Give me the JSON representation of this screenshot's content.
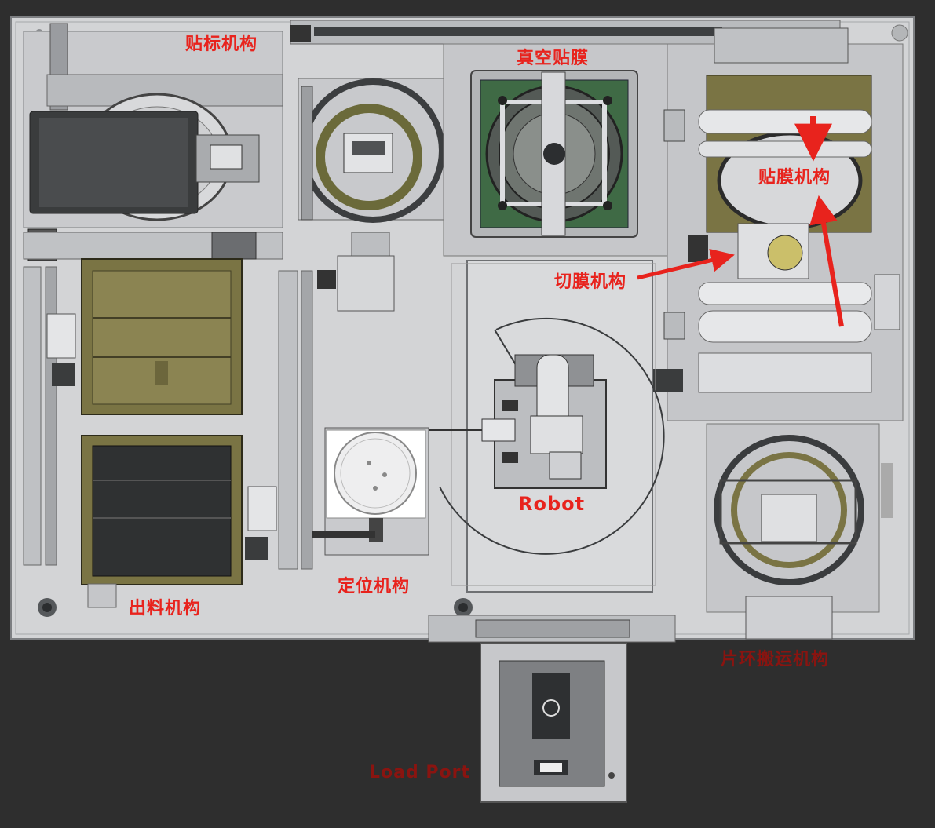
{
  "labels": {
    "label_mech": "贴标机构",
    "vacuum_film": "真空贴膜",
    "film_mech": "贴膜机构",
    "cut_mech": "切膜机构",
    "robot": "Robot",
    "output_mech": "出料机构",
    "align_mech": "定位机构",
    "frame_mech": "片环搬运机构",
    "load_port": "Load Port"
  },
  "colors": {
    "background": "#2e2e2e",
    "plate": "#d3d4d6",
    "olive": "#7a7444",
    "dark_panel": "#3a3c3d",
    "label_red": "#e8231d",
    "green_board": "#3f6a45"
  }
}
